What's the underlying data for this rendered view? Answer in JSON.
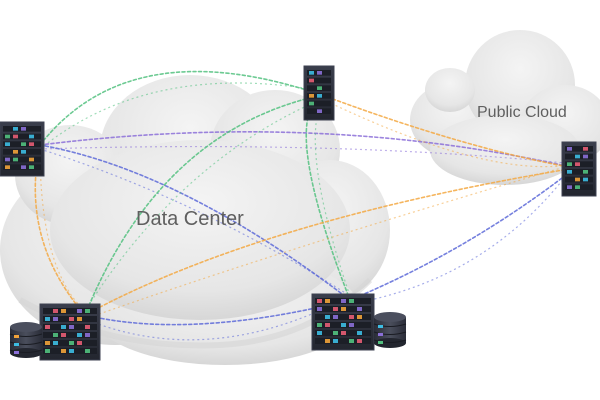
{
  "clouds": {
    "data_center": {
      "label": "Data Center"
    },
    "public_cloud": {
      "label": "Public Cloud"
    }
  },
  "palette": {
    "cloud_fill": "#e9e9e9",
    "cloud_shade": "#d4d4d4",
    "server_body": "#2a2d38",
    "server_edge": "#3d4150",
    "link_green": "#52c17f",
    "link_orange": "#f3a842",
    "link_blue": "#5d6ad8",
    "link_purple": "#8b6fd8",
    "port_colors": [
      "#f2a33a",
      "#3dbde3",
      "#8b6fd8",
      "#52c17f",
      "#e85d75"
    ]
  },
  "nodes": [
    {
      "id": "server-left",
      "icon": "server-rack-icon"
    },
    {
      "id": "server-top",
      "icon": "server-rack-icon"
    },
    {
      "id": "server-right",
      "icon": "server-rack-icon"
    },
    {
      "id": "server-bottom-left",
      "icon": "server-rack-icon"
    },
    {
      "id": "server-bottom-center",
      "icon": "server-rack-icon"
    },
    {
      "id": "storage-bottom-left",
      "icon": "storage-cylinder-icon"
    },
    {
      "id": "storage-bottom-center",
      "icon": "storage-cylinder-icon"
    }
  ],
  "links": [
    {
      "from": "server-left",
      "to": "server-top",
      "color": "green"
    },
    {
      "from": "server-left",
      "to": "server-bottom-center",
      "color": "blue"
    },
    {
      "from": "server-left",
      "to": "server-right",
      "color": "purple"
    },
    {
      "from": "server-top",
      "to": "server-right",
      "color": "orange"
    },
    {
      "from": "server-top",
      "to": "server-bottom-left",
      "color": "green"
    },
    {
      "from": "server-top",
      "to": "server-bottom-center",
      "color": "green"
    },
    {
      "from": "server-bottom-left",
      "to": "server-right",
      "color": "orange"
    },
    {
      "from": "server-bottom-left",
      "to": "server-bottom-center",
      "color": "blue"
    },
    {
      "from": "server-bottom-center",
      "to": "server-right",
      "color": "blue"
    },
    {
      "from": "server-left",
      "to": "server-bottom-left",
      "color": "orange"
    }
  ]
}
